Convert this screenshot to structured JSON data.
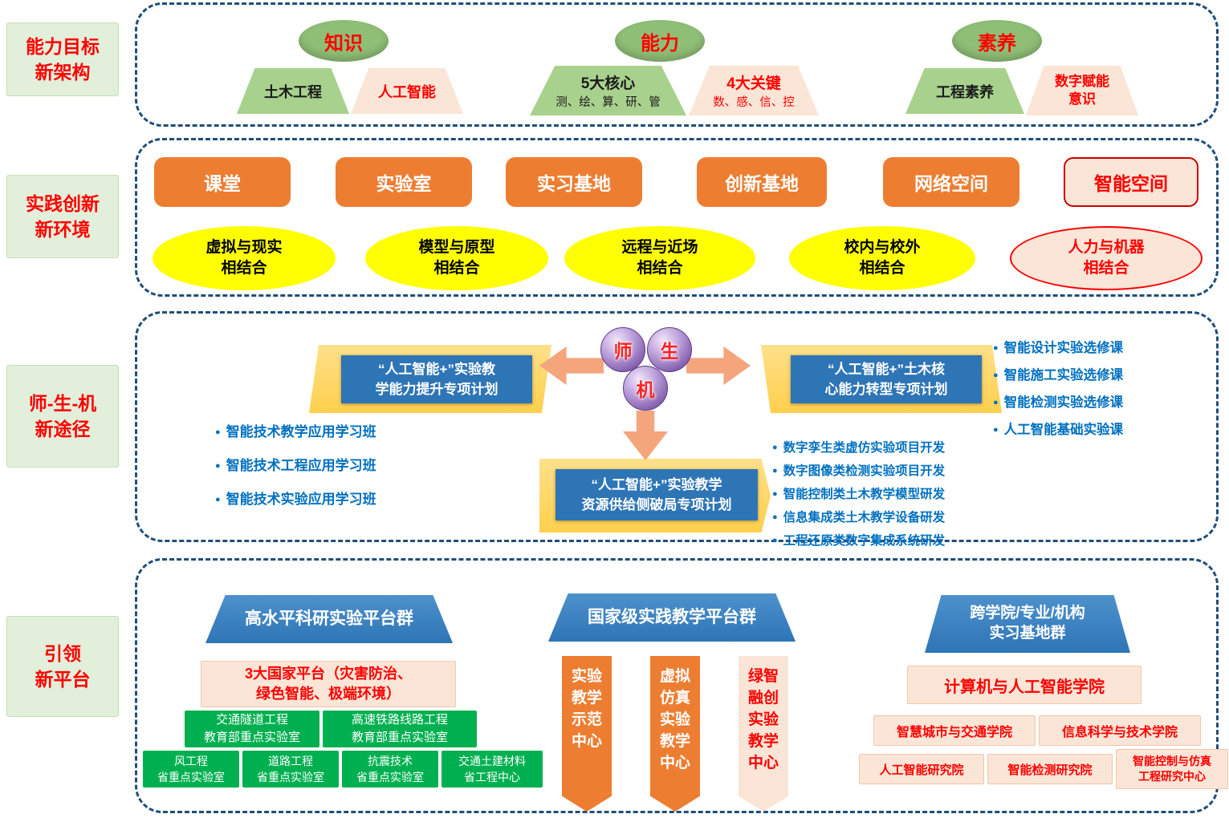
{
  "palette": {
    "frame_blue": "#1f4e79",
    "green_fill": "#a9d18e",
    "pink_fill": "#fbe5d6",
    "orange_fill": "#ed7d31",
    "yellow_fill": "#ffff00",
    "banner_yellow": "#ffd966",
    "plan_blue": "#2e75b6",
    "bullet_blue": "#0070c0",
    "green_box": "#00b050",
    "red_text": "#ff0000"
  },
  "left_labels": [
    "能力目标\n新架构",
    "实践创新\n新环境",
    "师-生-机\n新途径",
    "引领\n新平台"
  ],
  "goals": {
    "knowledge": {
      "title": "知识",
      "green": "土木工程",
      "pink": "人工智能"
    },
    "ability": {
      "title": "能力",
      "green_title": "5大核心",
      "green_sub": "测、绘、算、研、管",
      "pink_title": "4大关键",
      "pink_sub": "数、感、信、控"
    },
    "literacy": {
      "title": "素养",
      "green": "工程素养",
      "pink": "数字赋能\n意识"
    }
  },
  "environment": {
    "rooms": [
      "课堂",
      "实验室",
      "实习基地",
      "创新基地",
      "网络空间",
      "智能空间"
    ],
    "combinations": [
      "虚拟与现实\n相结合",
      "模型与原型\n相结合",
      "远程与近场\n相结合",
      "校内与校外\n相结合",
      "人力与机器\n相结合"
    ]
  },
  "pathway": {
    "spheres": [
      "师",
      "生",
      "机"
    ],
    "plan_left": "“人工智能+”实验教\n学能力提升专项计划",
    "plan_right": "“人工智能+”土木核\n心能力转型专项计划",
    "plan_bottom": "“人工智能+”实验教学\n资源供给侧破局专项计划",
    "bullets_left": [
      "智能技术教学应用学习班",
      "智能技术工程应用学习班",
      "智能技术实验应用学习班"
    ],
    "bullets_right_top": [
      "智能设计实验选修课",
      "智能施工实验选修课",
      "智能检测实验选修课",
      "人工智能基础实验课"
    ],
    "bullets_right_bottom": [
      "数字孪生类虚仿实验项目开发",
      "数字图像类检测实验项目开发",
      "智能控制类土木教学模型研发",
      "信息集成类土木教学设备研发",
      "工程还原类数字集成系统研发"
    ]
  },
  "platform": {
    "research": {
      "header": "高水平科研实验平台群",
      "national": "3大国家平台（灾害防治、\n绿色智能、极端环境）",
      "ministry_labs": [
        "交通隧道工程\n教育部重点实验室",
        "高速铁路线路工程\n教育部重点实验室"
      ],
      "province_labs": [
        "风工程\n省重点实验室",
        "道路工程\n省重点实验室",
        "抗震技术\n省重点实验室",
        "交通土建材料\n省工程中心"
      ]
    },
    "teaching": {
      "header": "国家级实践教学平台群",
      "centers": [
        "实验\n教学\n示范\n中心",
        "虚拟\n仿真\n实验\n教学\n中心",
        "绿智\n融创\n实验\n教学\n中心"
      ]
    },
    "bases": {
      "header": "跨学院/专业/机构\n实习基地群",
      "main": "计算机与人工智能学院",
      "colleges": [
        "智慧城市与交通学院",
        "信息科学与技术学院"
      ],
      "institutes": [
        "人工智能研究院",
        "智能检测研究院",
        "智能控制与仿真\n工程研究中心"
      ]
    }
  }
}
